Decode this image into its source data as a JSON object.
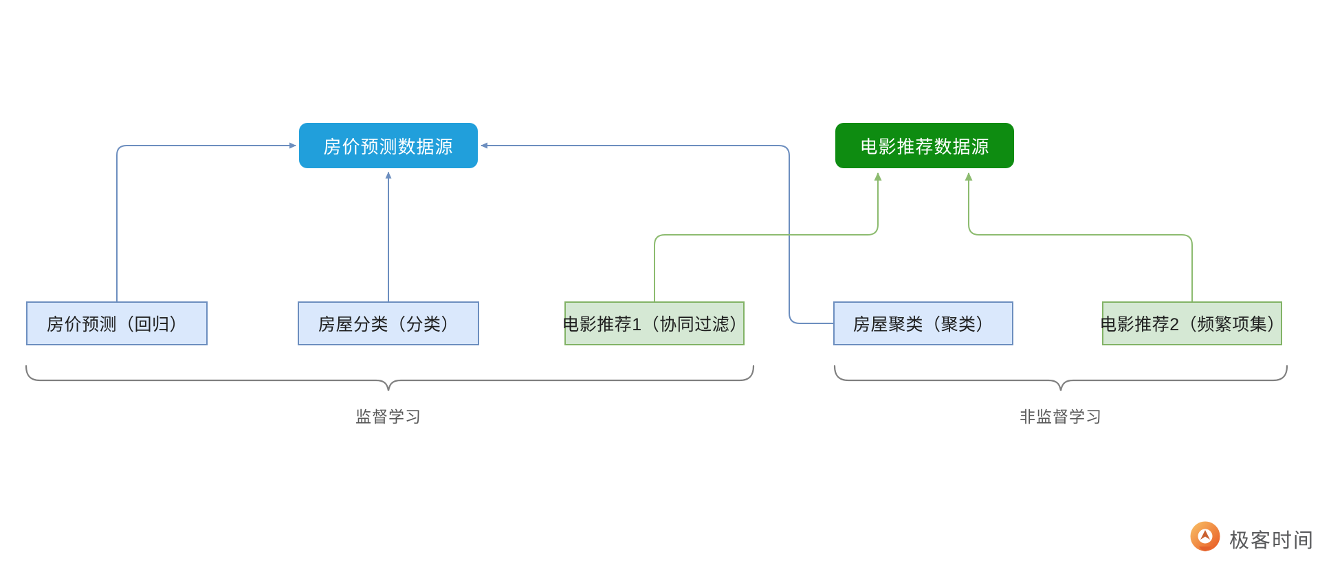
{
  "diagram": {
    "top_nodes": [
      {
        "id": "house-price-data-source",
        "label": "房价预测数据源",
        "fill": "#219FDB"
      },
      {
        "id": "movie-rec-data-source",
        "label": "电影推荐数据源",
        "fill": "#0E8C11"
      }
    ],
    "bottom_nodes": [
      {
        "id": "house-price-regression",
        "label": "房价预测（回归）",
        "style": "blue"
      },
      {
        "id": "house-classification",
        "label": "房屋分类（分类）",
        "style": "blue"
      },
      {
        "id": "movie-rec-1-collab-filter",
        "label": "电影推荐1（协同过滤）",
        "style": "green"
      },
      {
        "id": "house-clustering",
        "label": "房屋聚类（聚类）",
        "style": "blue"
      },
      {
        "id": "movie-rec-2-freq-itemset",
        "label": "电影推荐2（频繁项集）",
        "style": "green"
      }
    ],
    "groups": [
      {
        "id": "supervised",
        "label": "监督学习"
      },
      {
        "id": "unsupervised",
        "label": "非监督学习"
      }
    ],
    "connectors": [
      {
        "from": "house-price-regression",
        "to": "house-price-data-source",
        "color": "#6C8EBF"
      },
      {
        "from": "house-classification",
        "to": "house-price-data-source",
        "color": "#6C8EBF"
      },
      {
        "from": "house-clustering",
        "to": "house-price-data-source",
        "color": "#6C8EBF"
      },
      {
        "from": "movie-rec-1-collab-filter",
        "to": "movie-rec-data-source",
        "color": "#8CBB6F"
      },
      {
        "from": "movie-rec-2-freq-itemset",
        "to": "movie-rec-data-source",
        "color": "#8CBB6F"
      }
    ],
    "colors": {
      "blue_node_fill": "#219FDB",
      "green_node_fill": "#0E8C11",
      "light_blue_fill": "#DAE8FC",
      "light_blue_border": "#6C8EBF",
      "light_green_fill": "#D5E8D4",
      "light_green_border": "#82B366",
      "blue_connector": "#6C8EBF",
      "green_connector": "#8CBB6F",
      "brace": "#7F7F7F",
      "label_text": "#595959"
    }
  },
  "branding": {
    "logo_text": "极客时间",
    "logo_icon": "geektime-logo-icon",
    "logo_orange_light": "#F7B55E",
    "logo_orange_dark": "#E9632B",
    "logo_text_color": "#58595B"
  }
}
